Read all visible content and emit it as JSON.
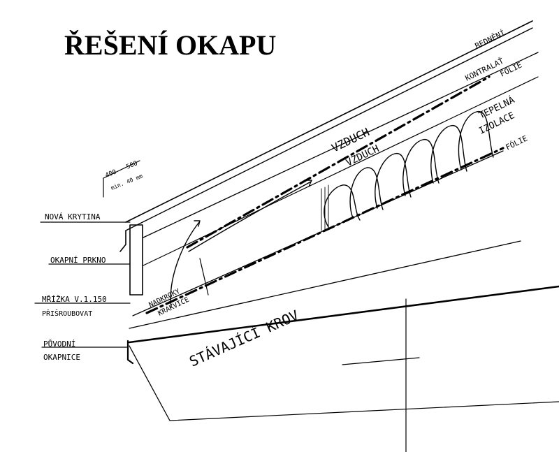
{
  "title": "ŘEŠENÍ OKAPU",
  "labels": {
    "bedneni": "BEDNĚNÍ",
    "kontralat": "KONTRALAŤ",
    "folie_top": "FOLIE",
    "vzduch_1": "VZDUCH",
    "vzduch_2": "VZDUCH",
    "tepelna": "TEPELNÁ",
    "izolace": "IZOLACE",
    "folie_bottom": "FÓLIE",
    "nova_krytina": "NOVÁ KRYTINA",
    "okapni_prkno": "OKAPNÍ PRKNO",
    "mrizka_1": "MŘÍŽKA V.1.150",
    "mrizka_2": "PŘIŠROUBOVAT",
    "puvodni_1": "PŮVODNÍ",
    "puvodni_2": "OKAPNICE",
    "dimension_1": "400 - 500",
    "dimension_2": "min. 40 mm",
    "nadkroky_1": "NADKROKY",
    "nadkroky_2": "KRAKVICE",
    "stavajici_krov": "STÁVAJÍCÍ KROV"
  },
  "colors": {
    "ink": "#000000",
    "paper": "#ffffff"
  }
}
